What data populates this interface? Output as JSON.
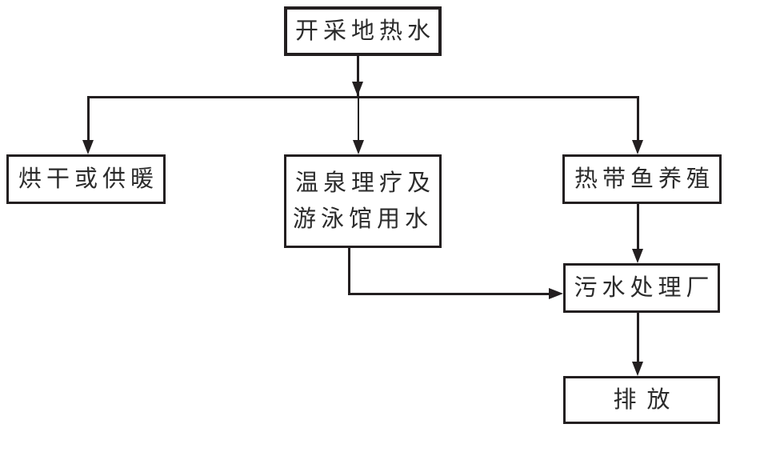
{
  "diagram": {
    "type": "flowchart",
    "nodes": {
      "source": {
        "label": "开采地热水"
      },
      "drying": {
        "label": "烘干或供暖"
      },
      "spa": {
        "label": "温泉理疗及\n游泳馆用水"
      },
      "fish": {
        "label": "热带鱼养殖"
      },
      "sewage": {
        "label": "污水处理厂"
      },
      "discharge": {
        "label": "排放"
      }
    },
    "edges": [
      {
        "from": "source",
        "to": "drying"
      },
      {
        "from": "source",
        "to": "spa"
      },
      {
        "from": "source",
        "to": "fish"
      },
      {
        "from": "spa",
        "to": "sewage"
      },
      {
        "from": "fish",
        "to": "sewage"
      },
      {
        "from": "sewage",
        "to": "discharge"
      }
    ],
    "colors": {
      "line": "#231f20",
      "background": "#ffffff",
      "text": "#2b2b2b",
      "node_fill": "#ffffff"
    }
  }
}
